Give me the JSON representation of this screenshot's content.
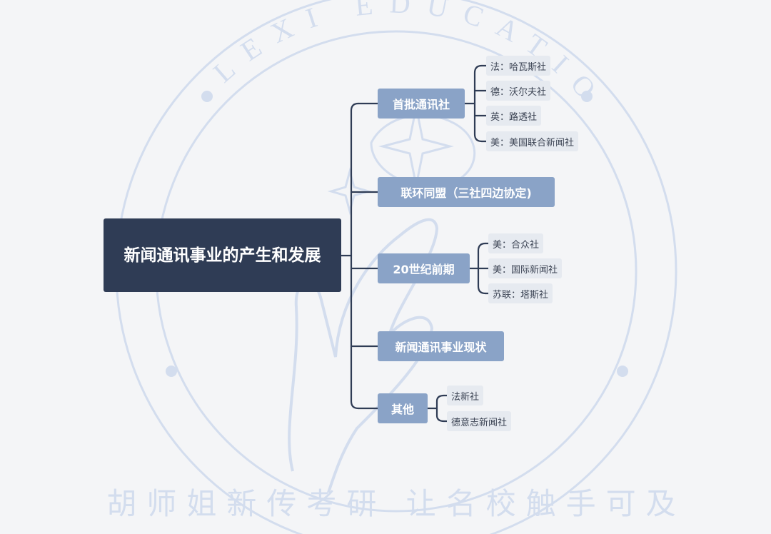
{
  "watermark": {
    "ring_text": "LEXI EDUCATION",
    "bottom_text": "胡师姐新传考研 让名校触手可及"
  },
  "mindmap": {
    "root": "新闻通讯事业的产生和发展",
    "branches": [
      {
        "label": "首批通讯社",
        "children": [
          "法：哈瓦斯社",
          "德：沃尔夫社",
          "英：路透社",
          "美：美国联合新闻社"
        ]
      },
      {
        "label": "联环同盟（三社四边协定)",
        "children": []
      },
      {
        "label": "20世纪前期",
        "children": [
          "美：合众社",
          "美：国际新闻社",
          "苏联：塔斯社"
        ]
      },
      {
        "label": "新闻通讯事业现状",
        "children": []
      },
      {
        "label": "其他",
        "children": [
          "法新社",
          "德意志新闻社"
        ]
      }
    ]
  },
  "colors": {
    "background": "#f4f5f7",
    "root_fill": "#2f3c55",
    "branch_fill": "#8aa3c7",
    "leaf_fill": "#e6eaf0",
    "connector": "#2f3c55",
    "watermark": "#c9d5ea"
  }
}
